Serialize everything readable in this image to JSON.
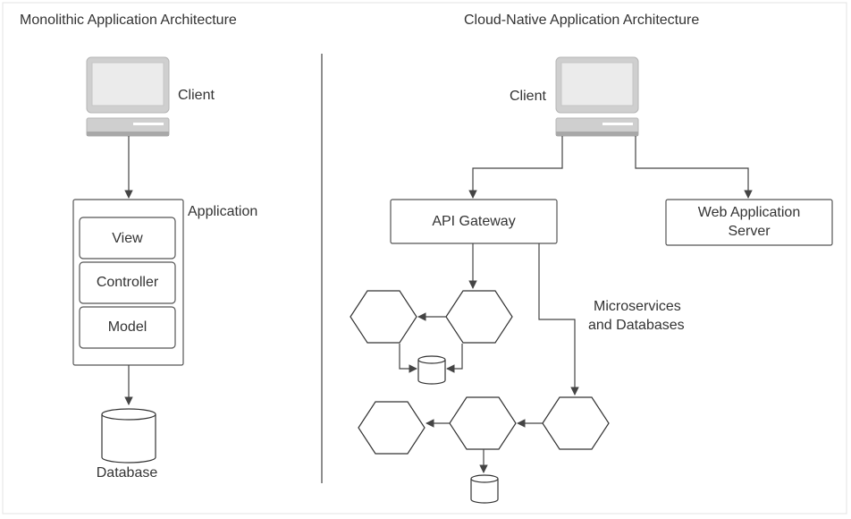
{
  "titles": {
    "left": "Monolithic Application Architecture",
    "right": "Cloud-Native Application Architecture"
  },
  "monolith": {
    "client": "Client",
    "application": "Application",
    "view": "View",
    "controller": "Controller",
    "model": "Model",
    "database": "Database"
  },
  "cloud": {
    "client": "Client",
    "api_gateway": "API Gateway",
    "web_server_line1": "Web Application",
    "web_server_line2": "Server",
    "microservices_line1": "Microservices",
    "microservices_line2": "and Databases"
  },
  "colors": {
    "monitor_outer": "#cfcfcf",
    "monitor_screen": "#ebebeb",
    "stroke": "#444444"
  }
}
